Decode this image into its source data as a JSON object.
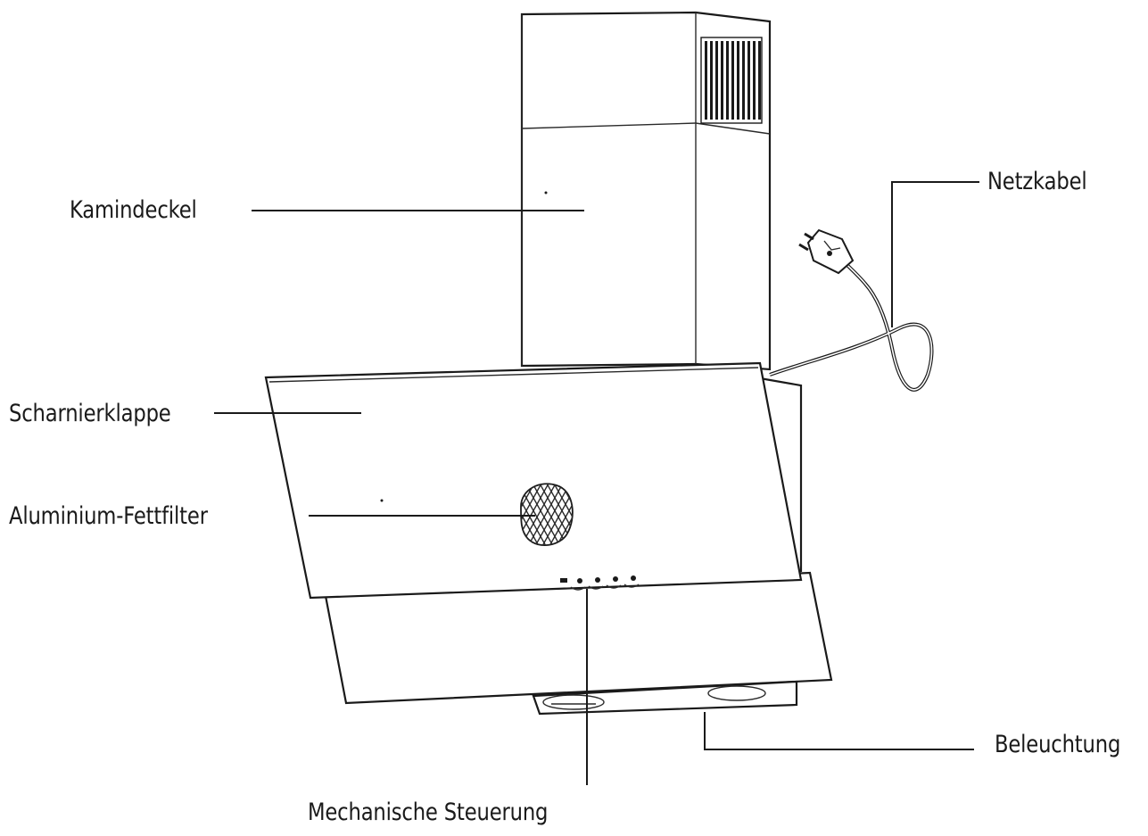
{
  "labels": {
    "kamindeckel": "Kamindeckel",
    "scharnierklappe": "Scharnierklappe",
    "fettfilter": "Aluminium-Fettfilter",
    "netzkabel": "Netzkabel",
    "beleuchtung": "Beleuchtung",
    "steuerung": "Mechanische Steuerung"
  },
  "icons": [
    "range-hood-drawing",
    "power-plug-icon",
    "grease-filter-icon",
    "vent-grille-icon"
  ],
  "colors": {
    "line": "#1a1a1a",
    "background": "#ffffff"
  }
}
